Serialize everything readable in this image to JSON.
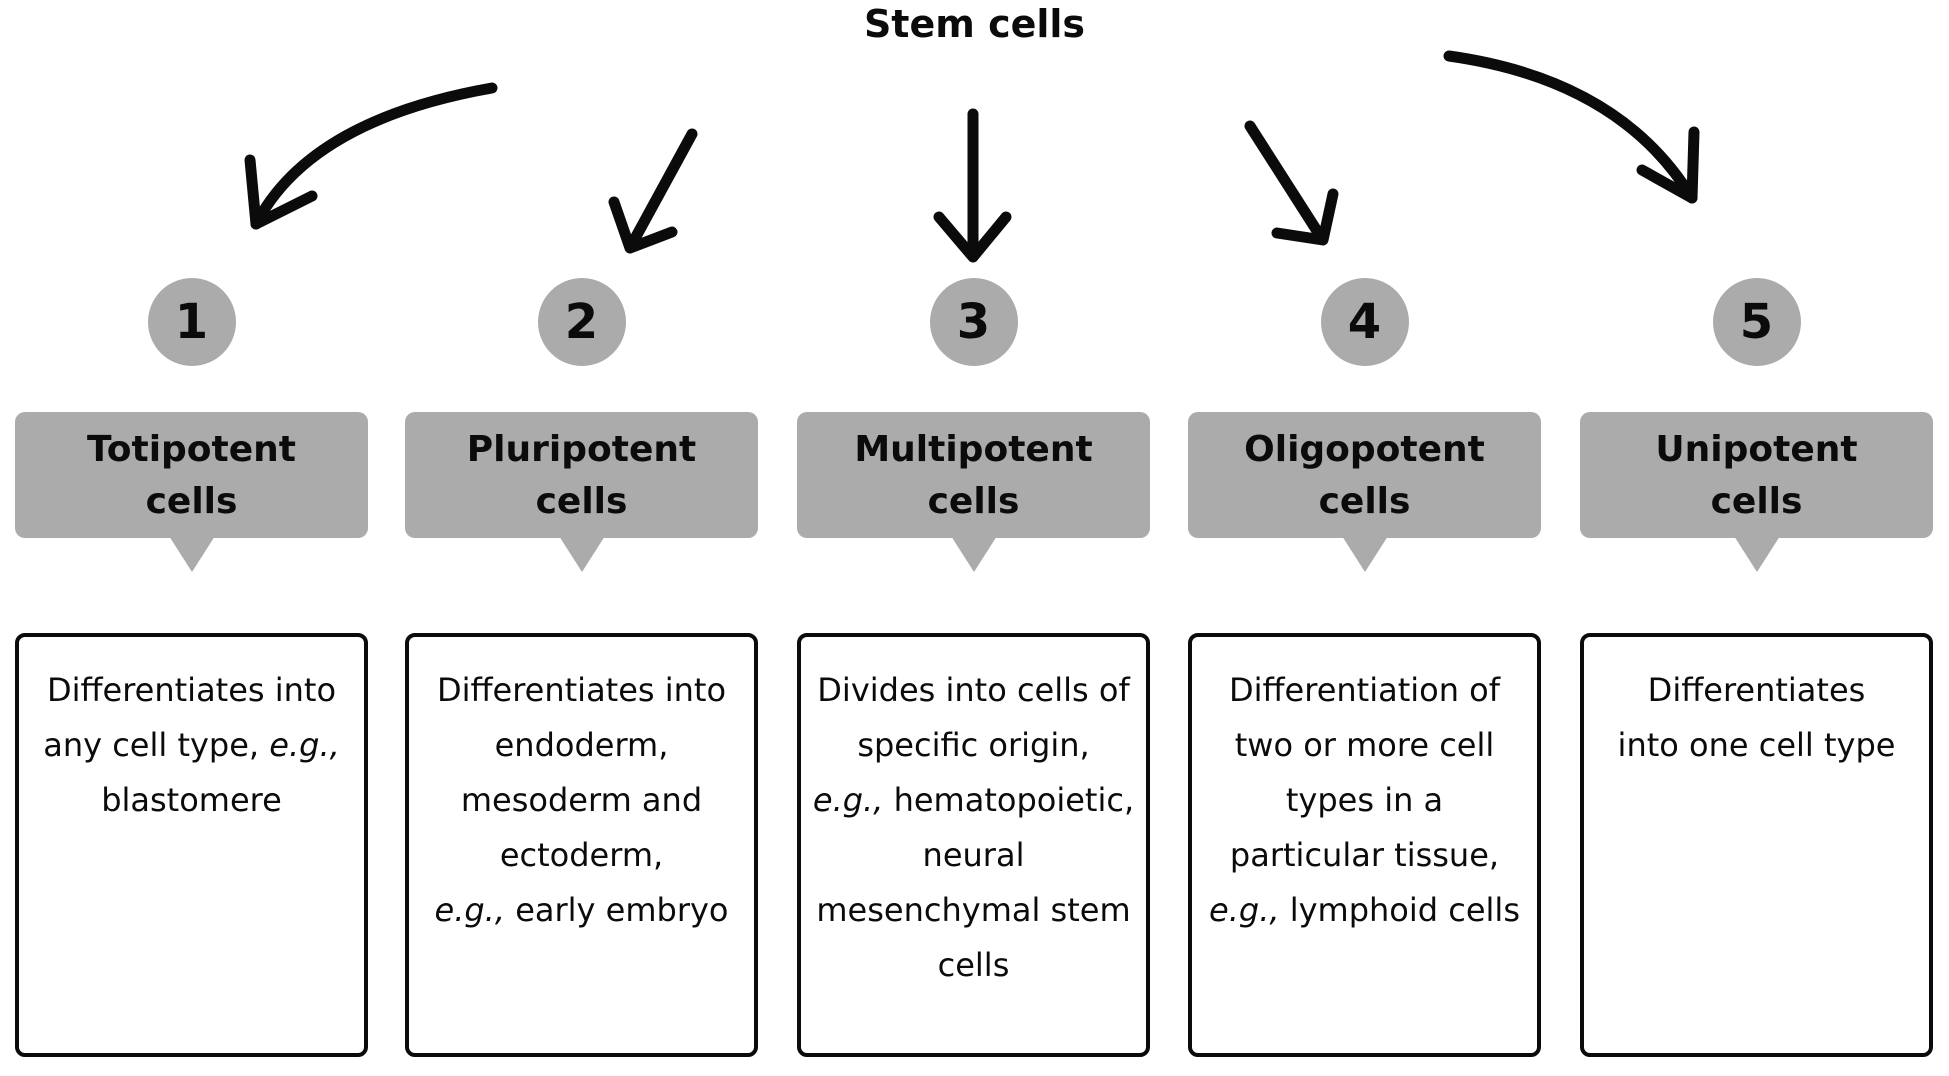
{
  "title": "Stem cells",
  "colors": {
    "shape_gray": "#ABABAB",
    "ink_black": "#0B0B0B",
    "background": "#FFFFFF"
  },
  "arrows": [
    {
      "name": "curved-arrow-down-left",
      "target": "1"
    },
    {
      "name": "diagonal-arrow-down-left",
      "target": "2"
    },
    {
      "name": "straight-arrow-down",
      "target": "3"
    },
    {
      "name": "diagonal-arrow-down-right",
      "target": "4"
    },
    {
      "name": "curved-arrow-down-right",
      "target": "5"
    }
  ],
  "columns": [
    {
      "number": "1",
      "cell_type": "Totipotent cells",
      "title_lines": [
        "Totipotent",
        "cells"
      ],
      "lines": [
        [
          "Differentiates into"
        ],
        [
          "any cell type, ",
          {
            "i": "e.g.,"
          }
        ],
        [
          "blastomere"
        ]
      ]
    },
    {
      "number": "2",
      "cell_type": "Pluripotent cells",
      "title_lines": [
        "Pluripotent",
        "cells"
      ],
      "lines": [
        [
          "Differentiates into"
        ],
        [
          "endoderm,"
        ],
        [
          "mesoderm and"
        ],
        [
          "ectoderm,"
        ],
        [
          {
            "i": "e.g.,"
          },
          " early embryo"
        ]
      ]
    },
    {
      "number": "3",
      "cell_type": "Multipotent cells",
      "title_lines": [
        "Multipotent",
        "cells"
      ],
      "lines": [
        [
          "Divides into cells of"
        ],
        [
          "specific origin,"
        ],
        [
          {
            "i": "e.g.,"
          },
          " hematopoietic,"
        ],
        [
          "neural"
        ],
        [
          "mesenchymal stem"
        ],
        [
          "cells"
        ]
      ]
    },
    {
      "number": "4",
      "cell_type": "Oligopotent cells",
      "title_lines": [
        "Oligopotent",
        "cells"
      ],
      "lines": [
        [
          "Differentiation of"
        ],
        [
          "two or more cell"
        ],
        [
          "types in a"
        ],
        [
          "particular tissue,"
        ],
        [
          {
            "i": "e.g.,"
          },
          " lymphoid cells"
        ]
      ]
    },
    {
      "number": "5",
      "cell_type": "Unipotent cells",
      "title_lines": [
        "Unipotent",
        "cells"
      ],
      "lines": [
        [
          "Differentiates"
        ],
        [
          "into one cell type"
        ]
      ]
    }
  ]
}
